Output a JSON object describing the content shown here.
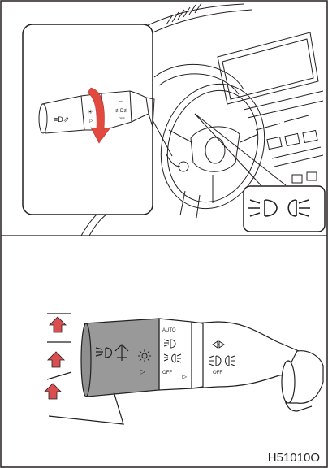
{
  "figure_code": "H51010O",
  "top_panel": {
    "inset_labels": {
      "off": "OFF"
    },
    "indicator_icon": "headlight-indicator-icon"
  },
  "bottom_panel": {
    "switch_labels": {
      "auto": "AUTO",
      "off_inner": "OFF",
      "off_outer": "OFF"
    },
    "arrow_count": 3
  },
  "colors": {
    "outline": "#231f20",
    "arrow_red": "#d94f4f",
    "rotation_arrow": "#e04a3f",
    "knob_gray": "#999999"
  }
}
